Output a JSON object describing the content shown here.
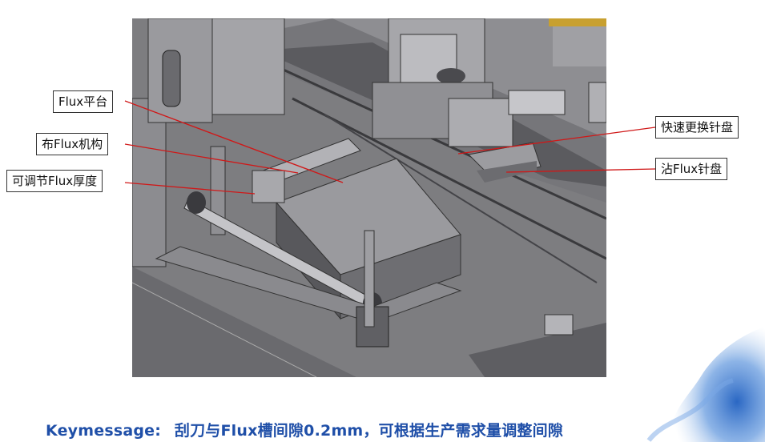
{
  "callouts": {
    "flux_platform": "Flux平台",
    "flux_mechanism": "布Flux机构",
    "flux_thickness": "可调节Flux厚度",
    "quick_change_plate": "快速更换针盘",
    "dip_flux_plate": "沾Flux针盘"
  },
  "key_message": {
    "label": "Keymessage:",
    "text": "刮刀与Flux槽间隙0.2mm，可根据生产需求量调整间隙"
  },
  "colors": {
    "key_message": "#1f4fa8",
    "splash": "#3f7fd0"
  }
}
